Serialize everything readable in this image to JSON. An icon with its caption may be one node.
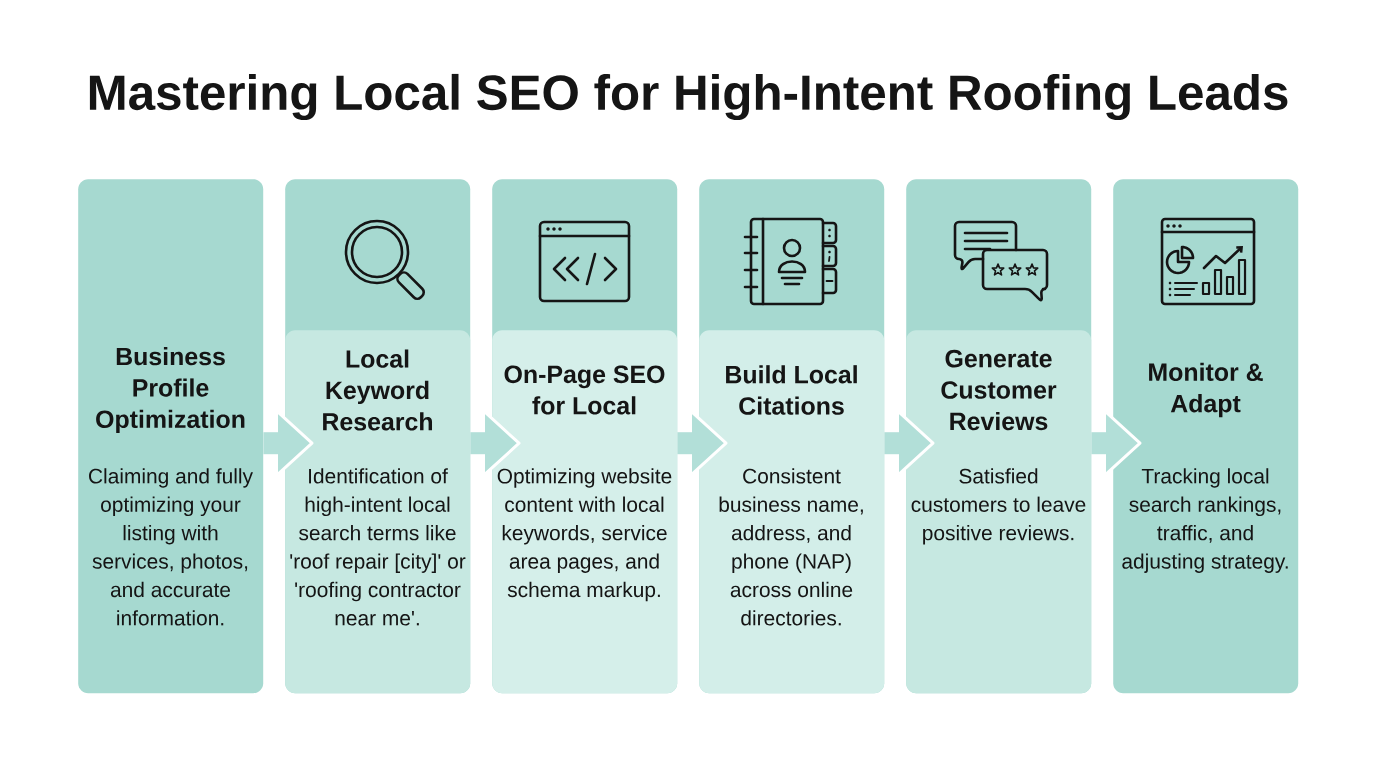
{
  "diagram": {
    "title": "Mastering Local SEO for High-Intent Roofing Leads",
    "nodes": [
      {
        "text": [
          "Business Profile Optimization",
          "Claiming and fully optimizing your listing with services, photos, and accurate information."
        ]
      },
      {
        "text": [],
        "shape": "box"
      },
      {
        "text": [
          "Local Keyword Research",
          "Identification of high-intent local search terms like 'roof repair [city]' or 'roofing contractor near me'."
        ],
        "in": 1
      },
      {
        "text": [],
        "shape": "box"
      },
      {
        "text": [
          "On-Page SEO for Local",
          "Optimizing website content with local keywords, service area pages, and schema markup."
        ],
        "in": 3
      },
      {
        "text": [],
        "shape": "box"
      },
      {
        "text": [
          "Build Local Citations",
          "Consistent business name, address, and phone (NAP) across online directories."
        ],
        "in": 5
      },
      {
        "text": [],
        "shape": "box"
      },
      {
        "text": [
          "Generate Customer Reviews",
          "Satisfied customers to leave positive reviews."
        ],
        "in": 7
      },
      {
        "text": [
          "Monitor & Adapt",
          "Tracking local search rankings, traffic, and adjusting strategy."
        ]
      }
    ],
    "edges": [
      {
        "from": 0,
        "to": 1,
        "arrow": "to"
      },
      {
        "from": 1,
        "to": 3,
        "arrow": "to"
      },
      {
        "from": 3,
        "to": 5,
        "arrow": "to"
      },
      {
        "from": 5,
        "to": 7,
        "arrow": "to"
      },
      {
        "from": 7,
        "to": 9,
        "arrow": "to"
      }
    ]
  }
}
